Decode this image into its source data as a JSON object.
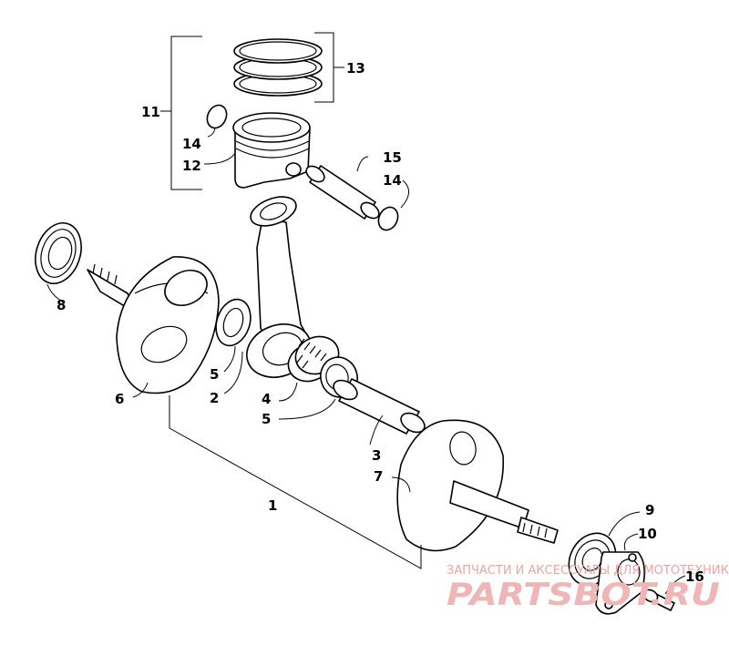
{
  "callouts": {
    "c1": "1",
    "c2": "2",
    "c3": "3",
    "c4": "4",
    "c5a": "5",
    "c5b": "5",
    "c6": "6",
    "c7": "7",
    "c8": "8",
    "c9": "9",
    "c10": "10",
    "c11": "11",
    "c12": "12",
    "c13": "13",
    "c14a": "14",
    "c14b": "14",
    "c15": "15",
    "c16": "16"
  },
  "watermark": {
    "caption": "ЗАПЧАСТИ И АКСЕССУАРЫ ДЛЯ МОТОТЕХНИКИ",
    "logo": "PARTSBOT.RU"
  }
}
